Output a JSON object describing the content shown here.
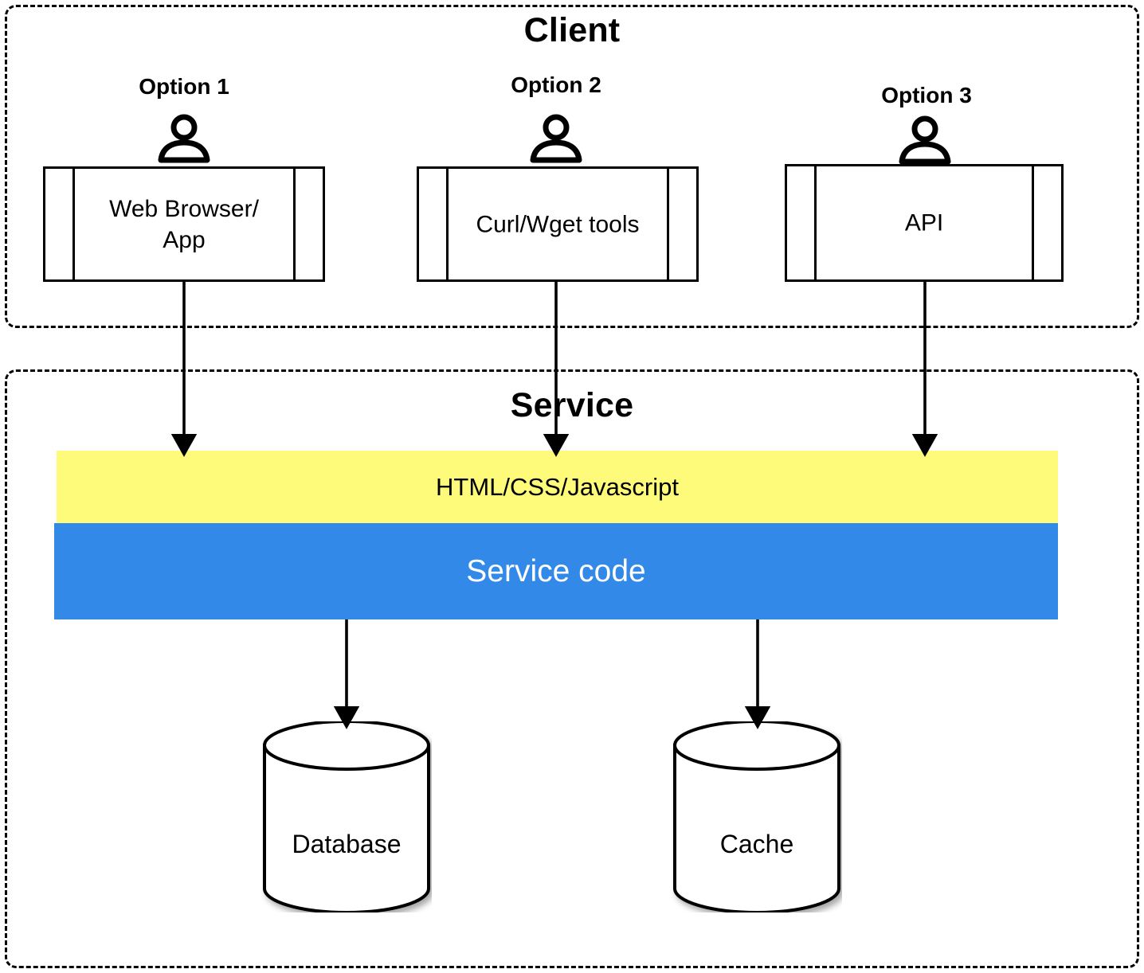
{
  "diagram": {
    "title": "Client-Service architecture diagram",
    "background": "#ffffff",
    "stroke": "#000000"
  },
  "groups": {
    "client": {
      "title": "Client",
      "border_style": "dashed"
    },
    "service": {
      "title": "Service",
      "border_style": "dashed"
    }
  },
  "client_nodes": [
    {
      "option_label": "Option 1",
      "name": "Web Browser/ App",
      "line1": "Web Browser/",
      "line2": "App",
      "icon": "person-icon"
    },
    {
      "option_label": "Option 2",
      "name": "Curl/Wget tools",
      "line1": "Curl/Wget tools",
      "line2": "",
      "icon": "person-icon"
    },
    {
      "option_label": "Option 3",
      "name": "API",
      "line1": "API",
      "line2": "",
      "icon": "person-icon"
    }
  ],
  "service_bands": [
    {
      "label": "HTML/CSS/Javascript",
      "fill": "#FFFB7A",
      "text_color": "#000000"
    },
    {
      "label": "Service code",
      "fill": "#3389E8",
      "text_color": "#FFFFFF"
    }
  ],
  "datastores": [
    {
      "label": "Database",
      "shape": "cylinder"
    },
    {
      "label": "Cache",
      "shape": "cylinder"
    }
  ],
  "connections": [
    {
      "from": "Web Browser/ App",
      "to": "HTML/CSS/Javascript",
      "arrow": "down"
    },
    {
      "from": "Curl/Wget tools",
      "to": "HTML/CSS/Javascript",
      "arrow": "down"
    },
    {
      "from": "API",
      "to": "HTML/CSS/Javascript",
      "arrow": "down"
    },
    {
      "from": "Service code",
      "to": "Database",
      "arrow": "down"
    },
    {
      "from": "Service code",
      "to": "Cache",
      "arrow": "down"
    }
  ]
}
